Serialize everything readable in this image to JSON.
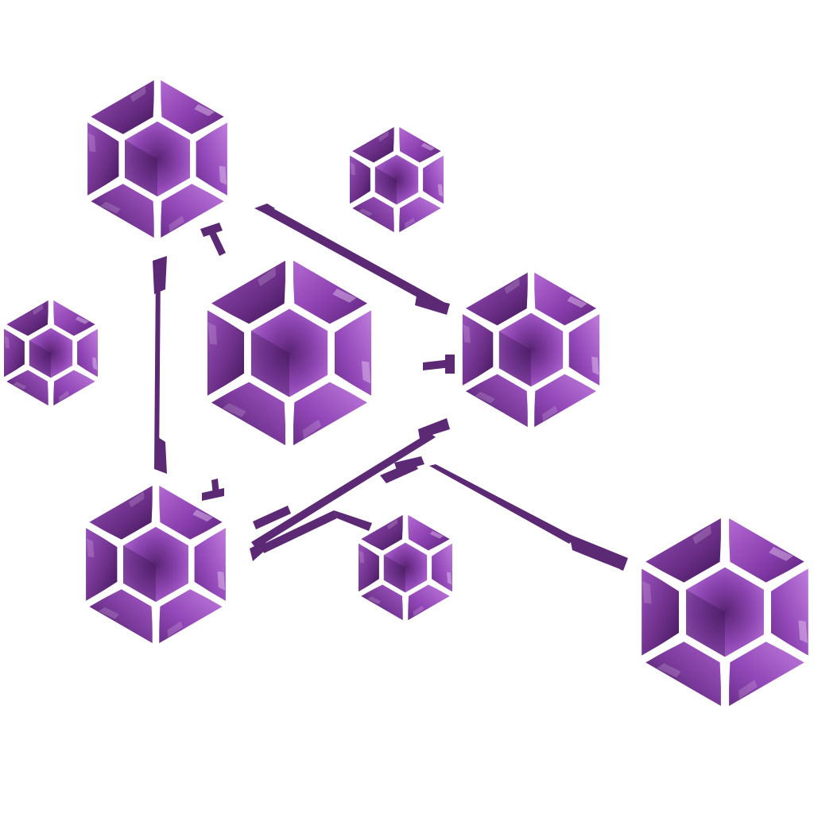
{
  "colors": {
    "background": "#ffffff",
    "gem_light": "#b46ad2",
    "gem_mid": "#8a3fae",
    "gem_dark": "#4f1f66",
    "gem_deep": "#3a1450",
    "highlight": "#e6cdf2",
    "connector": "#5c2a74",
    "gap": "#ffffff"
  },
  "nodes": [
    {
      "id": "gem-top-left",
      "kind": "hex-gem"
    },
    {
      "id": "gem-top-small",
      "kind": "hex-gem"
    },
    {
      "id": "gem-left-small",
      "kind": "hex-gem"
    },
    {
      "id": "gem-center",
      "kind": "hex-gem"
    },
    {
      "id": "gem-right",
      "kind": "hex-gem"
    },
    {
      "id": "gem-bottom-left",
      "kind": "hex-gem"
    },
    {
      "id": "gem-bottom-small",
      "kind": "hex-gem"
    },
    {
      "id": "gem-bottom-right",
      "kind": "hex-gem"
    }
  ],
  "edges": [
    {
      "from": "gem-top-left",
      "to": "gem-center",
      "style": "t-connector"
    },
    {
      "from": "gem-top-left",
      "to": "gem-right",
      "style": "bracket-line"
    },
    {
      "from": "gem-top-left",
      "to": "gem-bottom-left",
      "style": "bracket-line"
    },
    {
      "from": "gem-center",
      "to": "gem-right",
      "style": "t-connector"
    },
    {
      "from": "gem-center",
      "to": "gem-bottom-left",
      "style": "t-connector"
    },
    {
      "from": "gem-right",
      "to": "gem-bottom-left",
      "style": "bracket-line"
    },
    {
      "from": "gem-bottom-left",
      "to": "gem-bottom-small",
      "style": "elbow-line"
    },
    {
      "from": "gem-right",
      "to": "gem-bottom-right",
      "style": "rail-line"
    }
  ]
}
